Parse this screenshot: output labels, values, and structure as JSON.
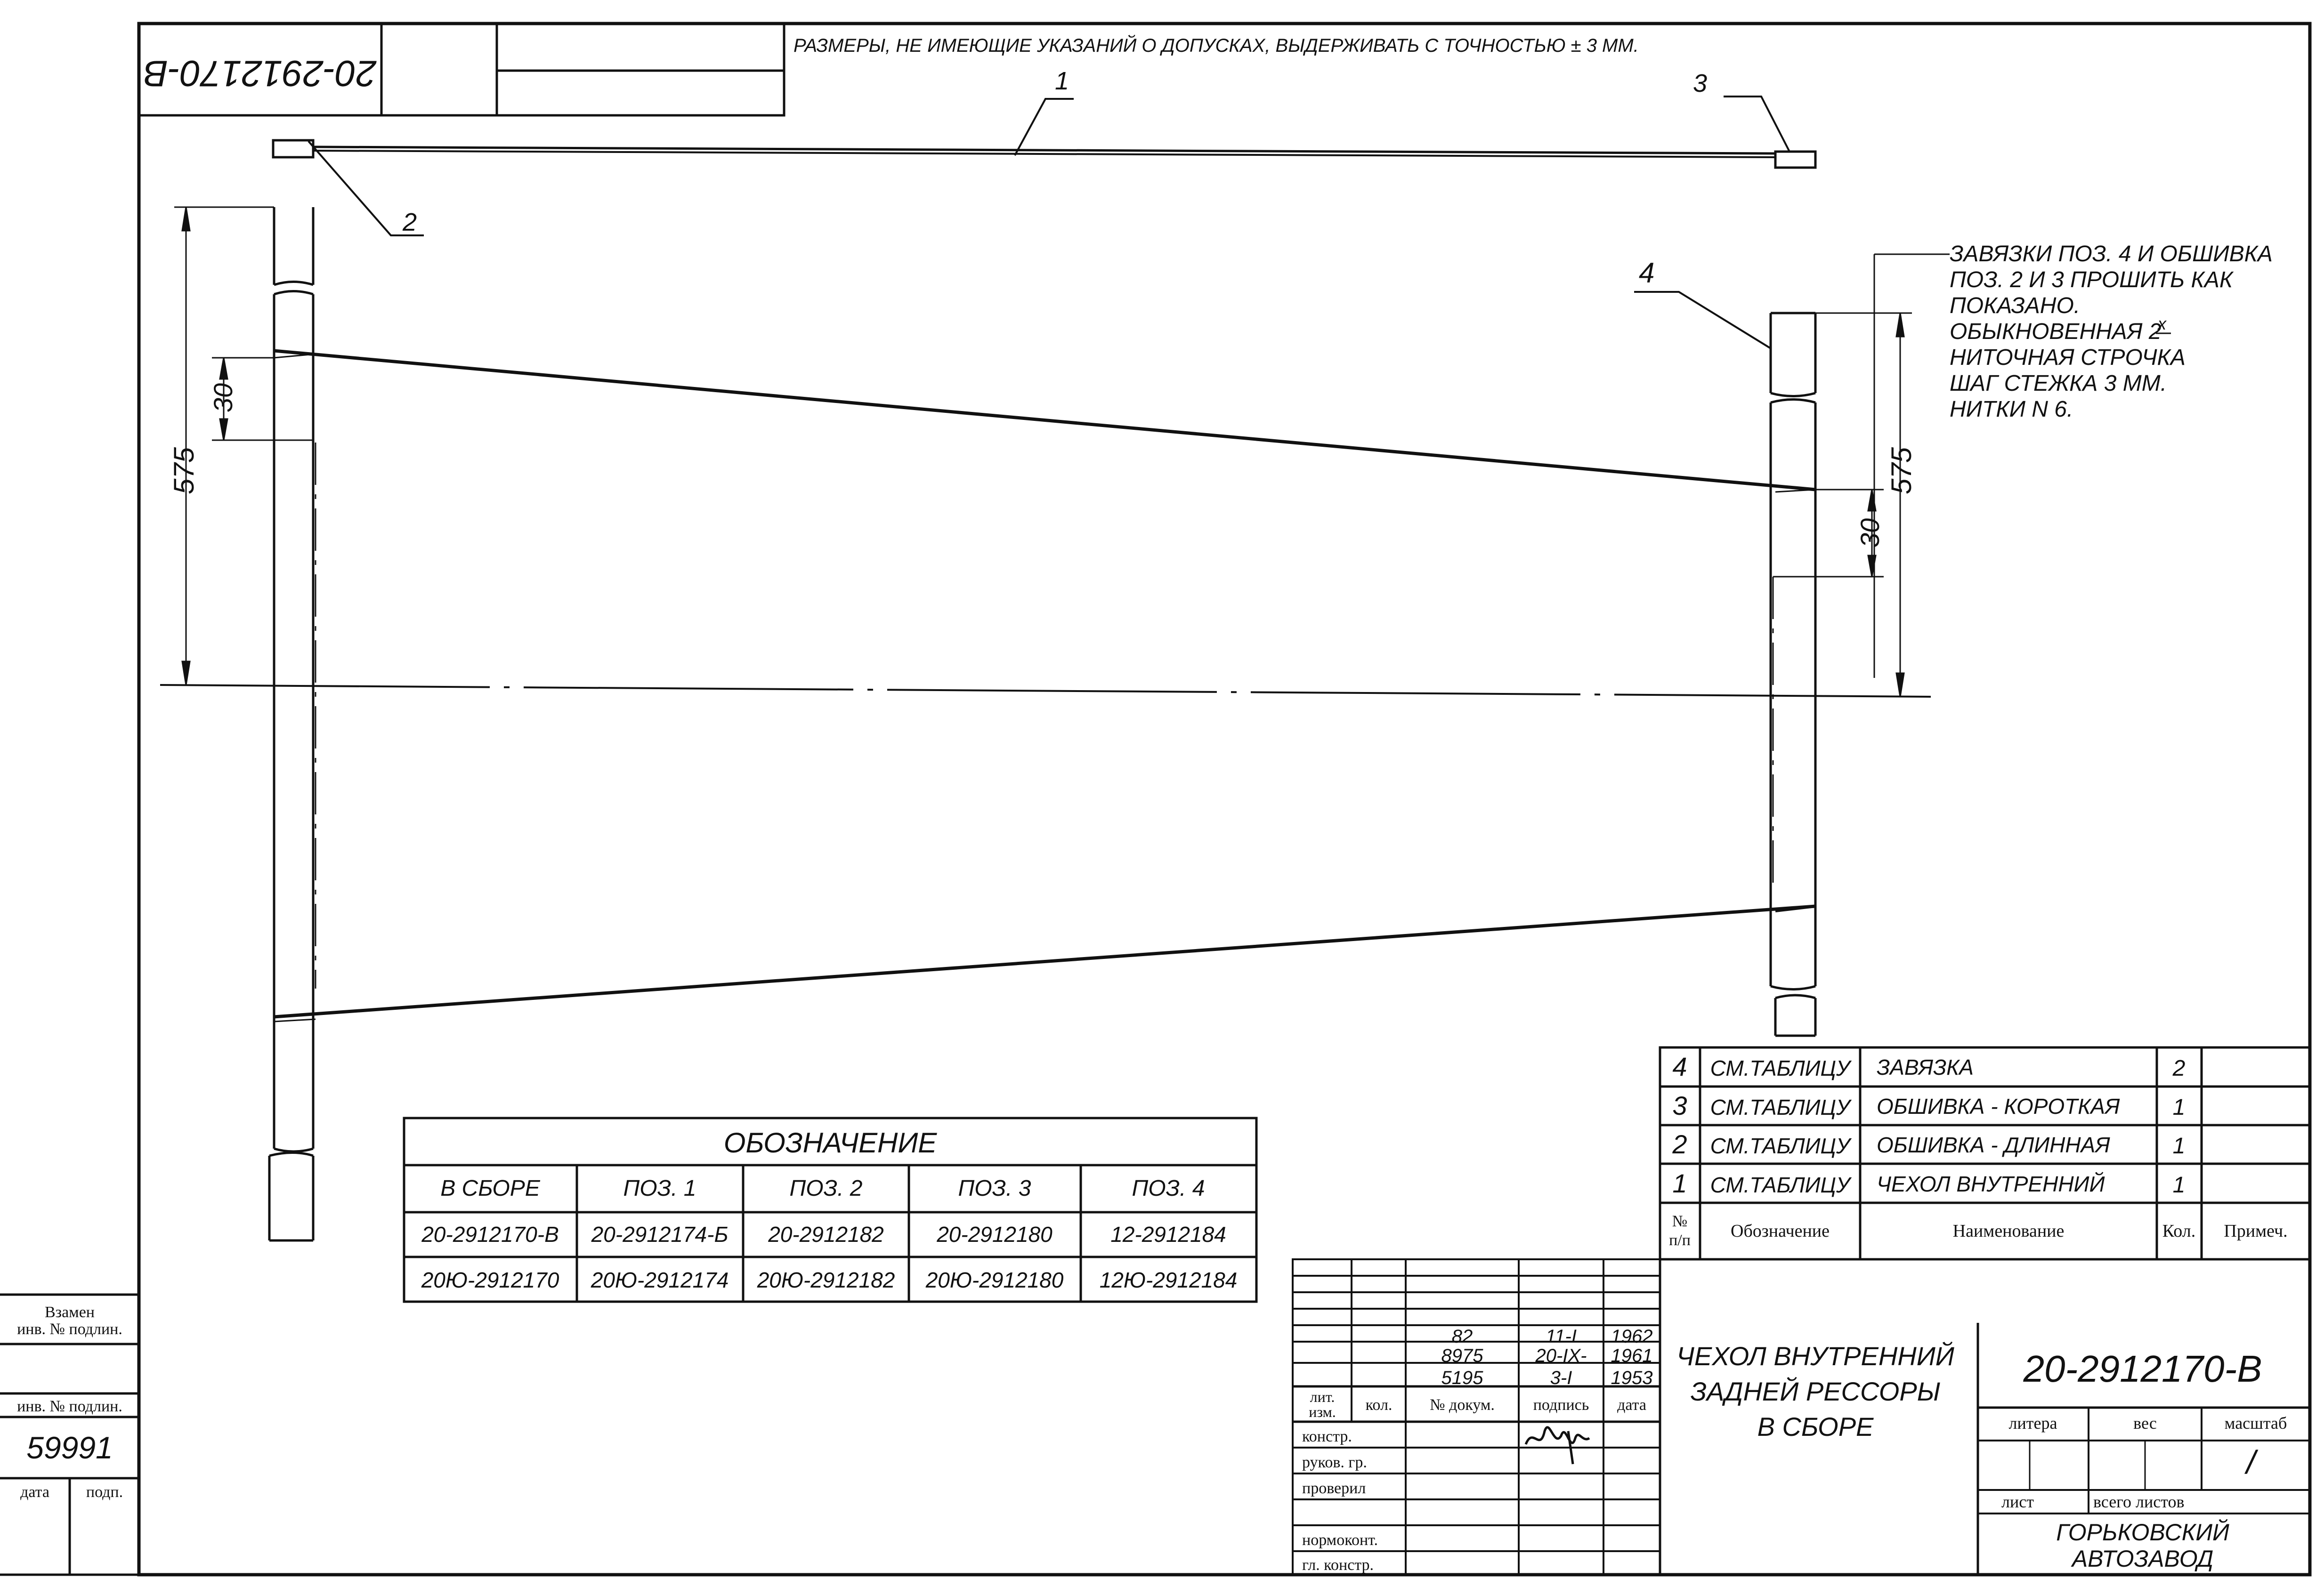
{
  "stamp": {
    "top_left_code": "20-2912170-В"
  },
  "notes": {
    "tolerance": "РАЗМЕРЫ,  НЕ  ИМЕЮЩИЕ  УКАЗАНИЙ  О  ДОПУСКАХ,   ВЫДЕРЖИВАТЬ  С  ТОЧНОСТЬЮ  ± 3 ММ.",
    "sewing": [
      "ЗАВЯЗКИ  ПОЗ. 4 И  ОБШИВКА",
      "ПОЗ. 2  И  3  ПРОШИТЬ  КАК",
      "ПОКАЗАНО.",
      "ОБЫКНОВЕННАЯ  2",
      "НИТОЧНАЯ  СТРОЧКА",
      "ШАГ  СТЕЖКА  3 ММ.",
      "НИТКИ  N 6."
    ],
    "sewing_superscript": "х"
  },
  "callouts": [
    "1",
    "2",
    "3",
    "4"
  ],
  "dimensions": {
    "left_length": "575",
    "left_offset": "30",
    "right_length": "575",
    "right_offset": "30"
  },
  "designation_table": {
    "title": "ОБОЗНАЧЕНИЕ",
    "headers": [
      "В  СБОРЕ",
      "ПОЗ. 1",
      "ПОЗ. 2",
      "ПОЗ. 3",
      "ПОЗ. 4"
    ],
    "rows": [
      [
        "20-2912170-В",
        "20-2912174-Б",
        "20-2912182",
        "20-2912180",
        "12-2912184"
      ],
      [
        "20Ю-2912170",
        "20Ю-2912174",
        "20Ю-2912182",
        "20Ю-2912180",
        "12Ю-2912184"
      ]
    ]
  },
  "parts_list": {
    "rows": [
      {
        "pos": "4",
        "designation": "СМ.ТАБЛИЦУ",
        "name": "ЗАВЯЗКА",
        "qty": "2"
      },
      {
        "pos": "3",
        "designation": "СМ.ТАБЛИЦУ",
        "name": "ОБШИВКА - КОРОТКАЯ",
        "qty": "1"
      },
      {
        "pos": "2",
        "designation": "СМ.ТАБЛИЦУ",
        "name": "ОБШИВКА - ДЛИННАЯ",
        "qty": "1"
      },
      {
        "pos": "1",
        "designation": "СМ.ТАБЛИЦУ",
        "name": "ЧЕХОЛ  ВНУТРЕННИЙ",
        "qty": "1"
      }
    ],
    "headers": {
      "pos_line1": "№",
      "pos_line2": "п/п",
      "designation": "Обозначение",
      "name": "Наименование",
      "qty": "Кол.",
      "note": "Примеч."
    }
  },
  "revisions": [
    {
      "doc": "82",
      "date": "11-I",
      "year": "1962"
    },
    {
      "doc": "8975",
      "date": "20-IX-",
      "year": "1961"
    },
    {
      "doc": "5195",
      "date": "3-I",
      "year": "1953"
    }
  ],
  "title_block": {
    "rev_headers": {
      "lit_line1": "лит.",
      "lit_line2": "изм.",
      "qty": "кол.",
      "doc_no": "№ докум.",
      "signature": "подпись",
      "date": "дата"
    },
    "roles": [
      "констр.",
      "руков. гр.",
      "проверил",
      "",
      "нормоконт.",
      "гл. констр."
    ],
    "title_lines": [
      "ЧЕХОЛ  ВНУТРЕННИЙ",
      "ЗАДНЕЙ  РЕССОРЫ",
      "В   СБОРЕ"
    ],
    "drawing_number": "20-2912170-В",
    "labels": {
      "litera": "литера",
      "weight": "вес",
      "scale": "масштаб",
      "sheet": "лист",
      "total_sheets": "всего листов"
    },
    "scale_value": "/",
    "organization_lines": [
      "ГОРЬКОВСКИЙ",
      "АВТОЗАВОД"
    ]
  },
  "side_strip": {
    "replaced_inv_line1": "Взамен",
    "replaced_inv_line2": "инв. № подлин.",
    "inv_label": "инв. № подлин.",
    "inv_number": "59991",
    "date_label": "дата",
    "sign_label": "подп."
  }
}
